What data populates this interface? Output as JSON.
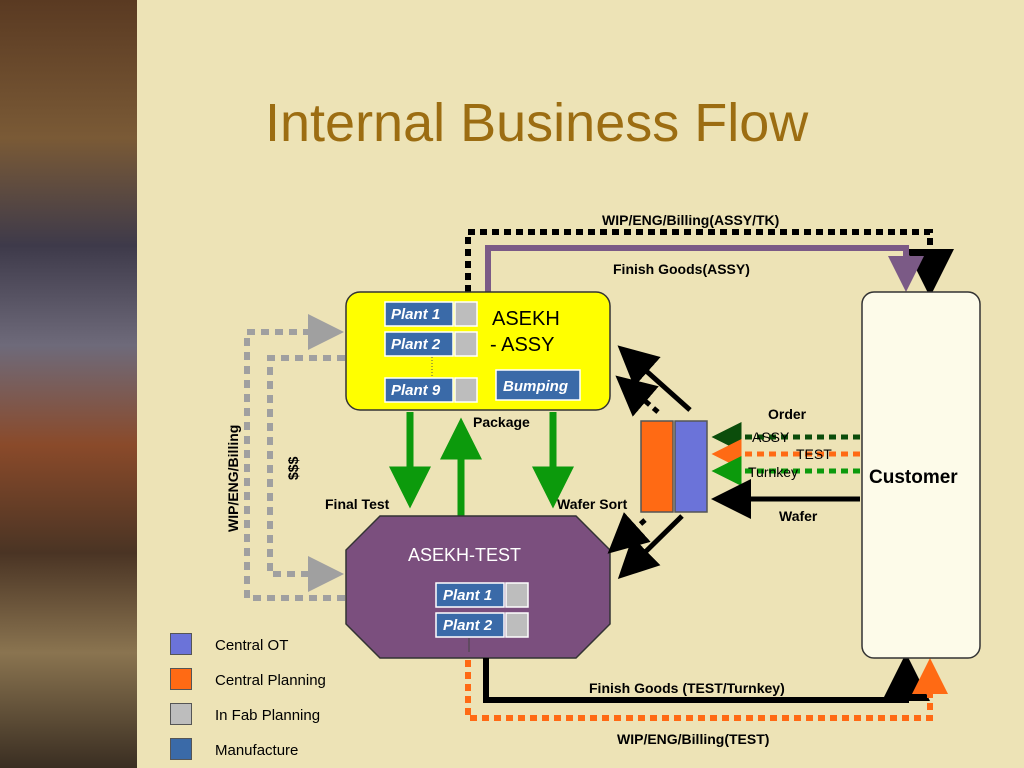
{
  "title": "Internal Business Flow",
  "assy": {
    "name_line1": "ASEKH",
    "name_line2": "- ASSY",
    "plants": [
      "Plant 1",
      "Plant 2",
      "Plant 9"
    ],
    "bumping": "Bumping"
  },
  "test": {
    "name": "ASEKH-TEST",
    "plants": [
      "Plant 1",
      "Plant 2"
    ]
  },
  "customer": "Customer",
  "labels": {
    "wip_assy_tk": "WIP/ENG/Billing(ASSY/TK)",
    "finish_assy": "Finish Goods(ASSY)",
    "package": "Package",
    "final_test": "Final Test",
    "wafer_sort": "Wafer Sort",
    "order": "Order",
    "order_assy": "ASSY",
    "order_test": "TEST",
    "order_turnkey": "Turnkey",
    "wafer": "Wafer",
    "wip_billing_side": "WIP/ENG/Billing",
    "dollars": "$$$",
    "finish_test_turnkey": "Finish Goods (TEST/Turnkey)",
    "wip_test": "WIP/ENG/Billing(TEST)"
  },
  "legend": [
    {
      "label": "Central OT",
      "color": "#6b73d9"
    },
    {
      "label": "Central Planning",
      "color": "#ff6a14"
    },
    {
      "label": "In Fab Planning",
      "color": "#bdbdbd"
    },
    {
      "label": "Manufacture",
      "color": "#3a6aa8"
    }
  ],
  "colors": {
    "assy_fill": "#ffff00",
    "test_fill": "#7b4f7e",
    "purple_line": "#7b5a86",
    "green_arrow": "#0c9a0c",
    "orange_dash": "#ff6a14",
    "gray_dash": "#a0a0a0",
    "dark_green_dash": "#0b4d0b"
  }
}
